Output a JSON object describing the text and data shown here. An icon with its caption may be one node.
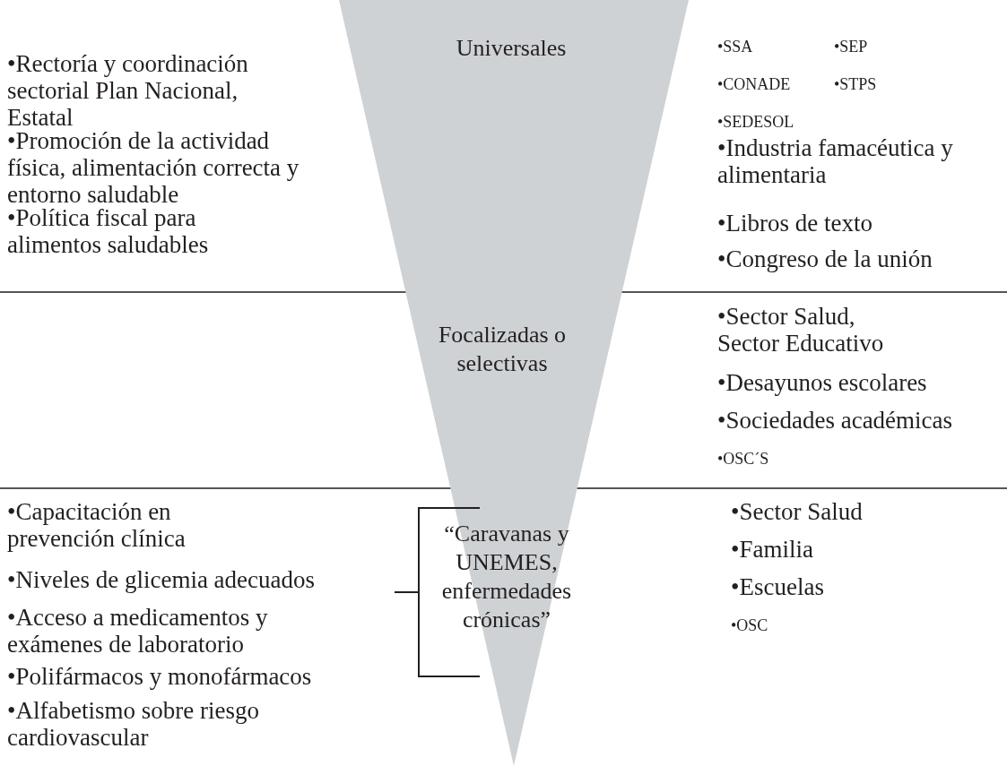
{
  "diagram": {
    "nodes": [
      {
        "text": [
          "Universales",
          "Focalizadas o selectivas",
          "“Caravanas y UNEMES, enfermedades crónicas”"
        ]
      }
    ],
    "labels": [
      "•Rectoría y coordinación sectorial Plan Nacional, Estatal",
      "•Promoción de la actividad física, alimentación correcta y entorno saludable",
      "•Política fiscal para alimentos saludables",
      "•SSA",
      "•SEP",
      "•CONADE",
      "•STPS",
      "•SEDESOL",
      "•Industria famacéutica y alimentaria",
      "•Libros de texto",
      "•Congreso de la unión",
      "•Sector Salud, Sector Educativo",
      "•Desayunos escolares",
      "•Sociedades académicas",
      "•OSC´S",
      "•Capacitación en prevención clínica",
      "•Niveles de glicemia adecuados",
      "•Acceso a medicamentos y exámenes de laboratorio",
      "•Polifármacos y monofármacos",
      "•Alfabetismo sobre riesgo cardiovascular",
      "•Sector Salud",
      "•Familia",
      "•Escuelas",
      "•OSC"
    ]
  }
}
